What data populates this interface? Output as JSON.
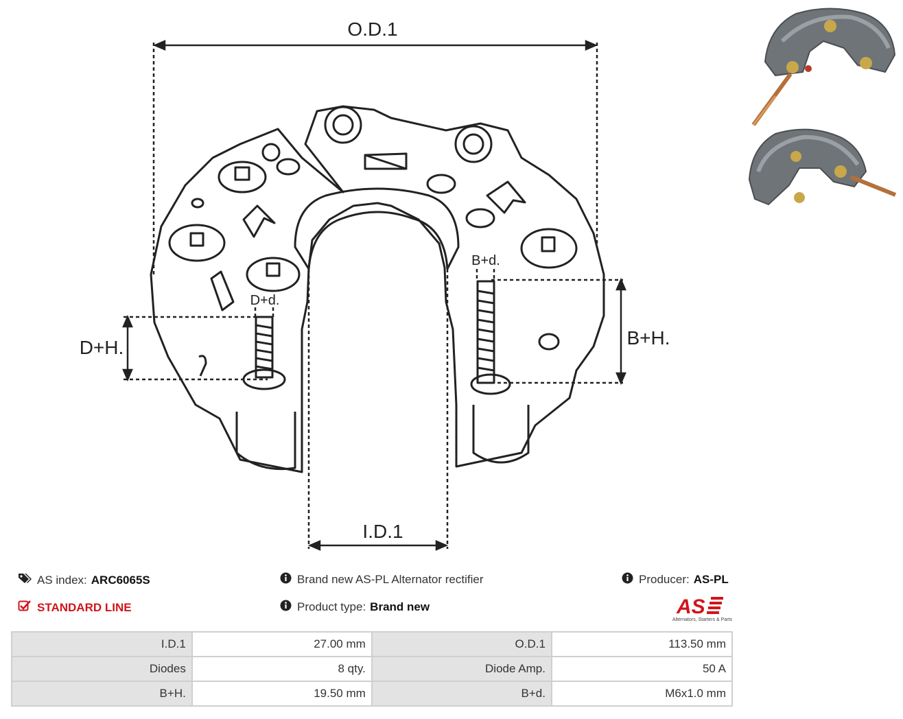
{
  "drawing": {
    "labels": {
      "od": "O.D.1",
      "id": "I.D.1",
      "dh": "D+H.",
      "bh": "B+H.",
      "dd": "D+d.",
      "bd": "B+d."
    }
  },
  "photos": {
    "count": 2
  },
  "info": {
    "index_label": "AS index:",
    "index_value": "ARC6065S",
    "line": "STANDARD LINE",
    "description": "Brand new AS-PL Alternator rectifier",
    "type_label": "Product type:",
    "type_value": "Brand new",
    "producer_label": "Producer:",
    "producer_value": "AS-PL",
    "logo_text": "AS",
    "logo_tagline": "Alternators, Starters & Parts"
  },
  "specs": [
    {
      "h1": "I.D.1",
      "v1": "27.00 mm",
      "h2": "O.D.1",
      "v2": "113.50 mm"
    },
    {
      "h1": "Diodes",
      "v1": "8 qty.",
      "h2": "Diode Amp.",
      "v2": "50 A"
    },
    {
      "h1": "B+H.",
      "v1": "19.50 mm",
      "h2": "B+d.",
      "v2": "M6x1.0 mm"
    }
  ],
  "colors": {
    "accent": "#d0151b",
    "header_bg": "#e3e3e3",
    "border": "#cfcfcf"
  }
}
